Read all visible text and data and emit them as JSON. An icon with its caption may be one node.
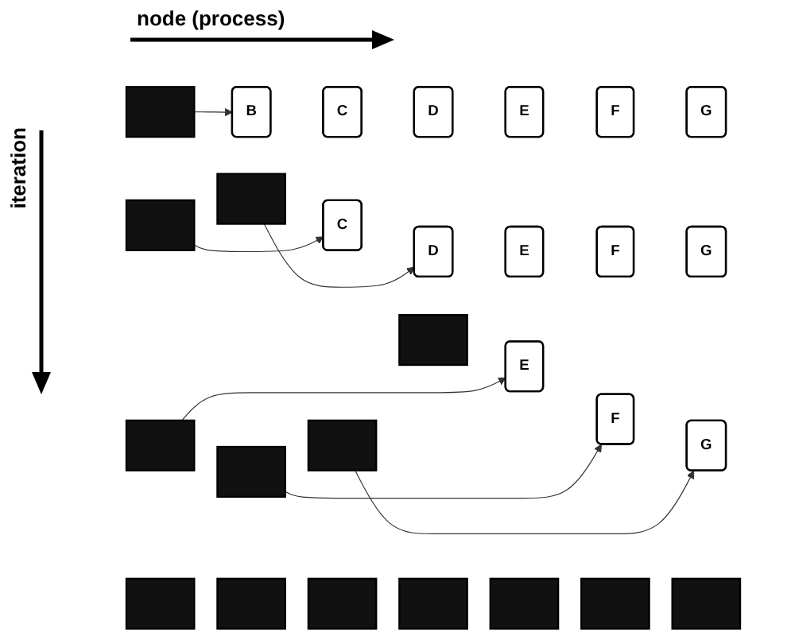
{
  "diagram": {
    "nodes": [
      {
        "text": [],
        "shape": "box"
      },
      {
        "text": [
          "B"
        ]
      },
      {
        "text": [
          "C"
        ]
      },
      {
        "text": [
          "D"
        ]
      },
      {
        "text": [
          "E"
        ]
      },
      {
        "text": [
          "F"
        ]
      },
      {
        "text": [
          "G"
        ]
      },
      {
        "text": [],
        "shape": "box"
      },
      {
        "text": [],
        "shape": "box"
      },
      {
        "text": [
          "C"
        ]
      },
      {
        "text": [
          "D"
        ]
      },
      {
        "text": [
          "E"
        ]
      },
      {
        "text": [
          "F"
        ]
      },
      {
        "text": [
          "G"
        ]
      },
      {
        "text": [],
        "shape": "box"
      },
      {
        "text": [],
        "shape": "box"
      },
      {
        "text": [],
        "shape": "box"
      },
      {
        "text": [],
        "shape": "box"
      },
      {
        "text": [
          "E"
        ]
      },
      {
        "text": [
          "F"
        ]
      },
      {
        "text": [
          "G"
        ]
      },
      {
        "text": [],
        "shape": "box"
      },
      {
        "text": [],
        "shape": "box"
      },
      {
        "text": [],
        "shape": "box"
      },
      {
        "text": [],
        "shape": "box"
      },
      {
        "text": [],
        "shape": "box"
      },
      {
        "text": [],
        "shape": "box"
      },
      {
        "text": [],
        "shape": "box"
      }
    ],
    "edges": [
      {
        "from": 0,
        "to": 1,
        "arrow": "to"
      },
      {
        "from": 7,
        "to": 9,
        "arrow": "to"
      },
      {
        "from": 8,
        "to": 10,
        "arrow": "to"
      },
      {
        "from": 14,
        "to": 18,
        "arrow": "to"
      },
      {
        "from": 15,
        "to": 19,
        "arrow": "to"
      },
      {
        "from": 16,
        "to": 20,
        "arrow": "to"
      }
    ],
    "labels": [
      "node (process)",
      "iteration"
    ]
  }
}
